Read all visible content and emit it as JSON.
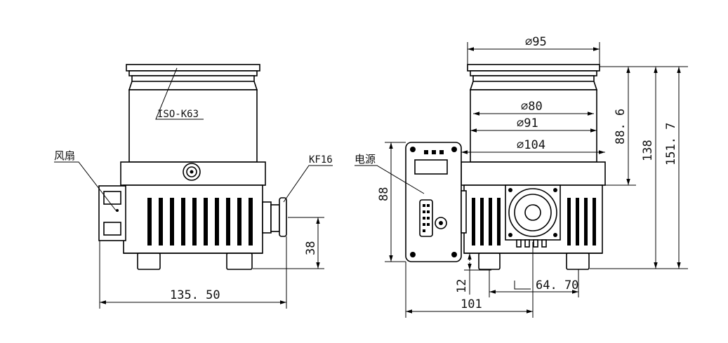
{
  "labels": {
    "fan": "风扇",
    "power": "电源",
    "flange_top": "ISO-K63",
    "flange_side": "KF16"
  },
  "dims": {
    "side_width": "135. 50",
    "side_height": "38",
    "dia_95": "∅95",
    "dia_80": "∅80",
    "dia_91": "∅91",
    "dia_104": "∅104",
    "h_88_6": "88. 6",
    "h_138": "138",
    "h_151_7": "151. 7",
    "h_88": "88",
    "h_12": "12",
    "w_64_70": "64. 70",
    "w_101": "101"
  }
}
